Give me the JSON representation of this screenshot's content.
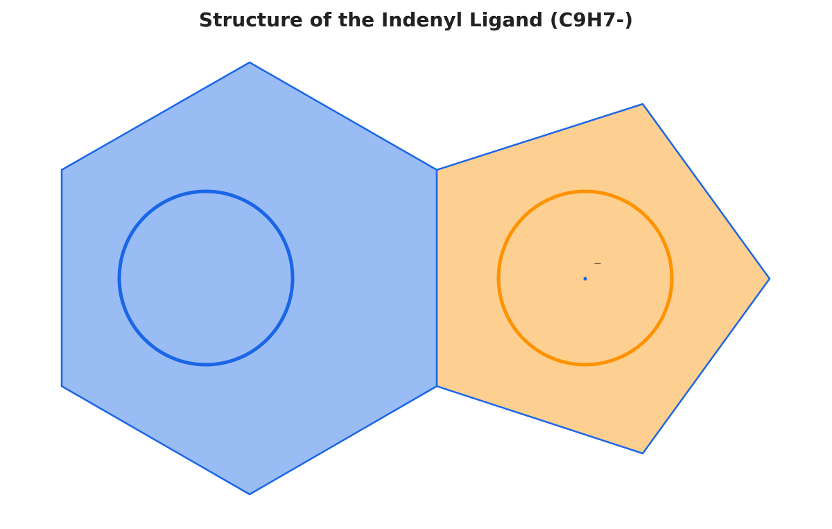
{
  "title": "Structure of the Indenyl Ligand (C9H7-)",
  "charge_label": "–",
  "colors": {
    "outline": "#1a66e6",
    "benzene_fill": "#99bcf5",
    "benzene_ring": "#1a66e6",
    "cyclopentadienyl_fill": "#fdcf91",
    "cyclopentadienyl_ring": "#ff9200",
    "title": "#222222",
    "charge": "#222222"
  },
  "diagram": {
    "rings": [
      {
        "name": "benzene-ring",
        "sides": 6,
        "aromatic": true
      },
      {
        "name": "five-membered-ring",
        "sides": 5,
        "aromatic": true,
        "anionic": true
      }
    ]
  }
}
